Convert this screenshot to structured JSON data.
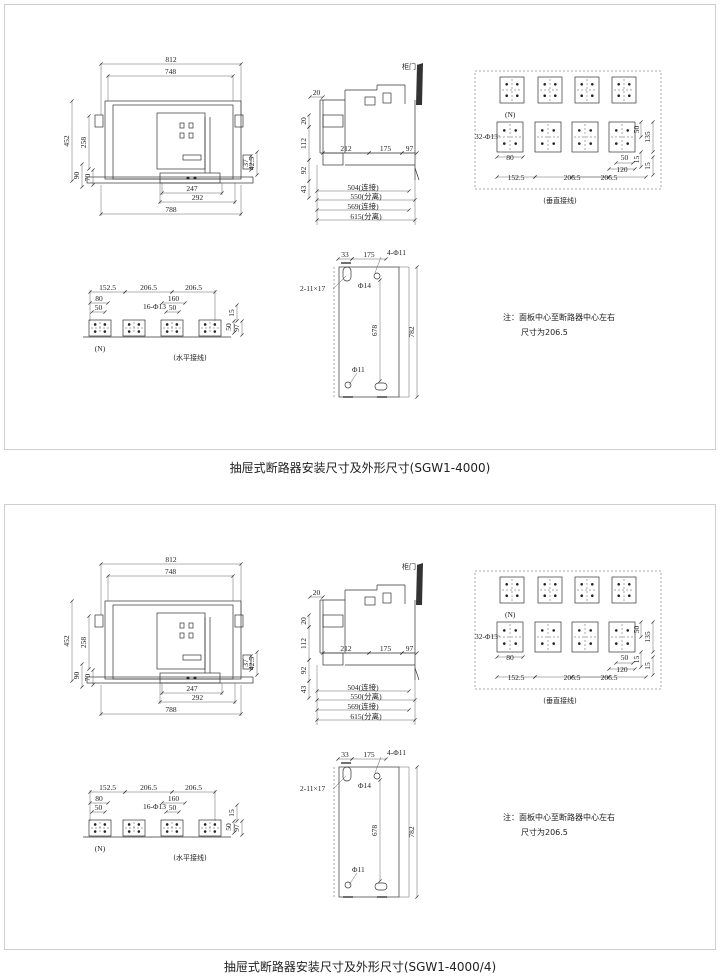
{
  "panels": [
    {
      "caption": "抽屉式断路器安装尺寸及外形尺寸(SGW1-4000)",
      "front": {
        "d812": "812",
        "d748": "748",
        "d452": "452",
        "d258": "258",
        "d90": "90",
        "d70": "70",
        "d37": "37",
        "d42_5": "42.5",
        "d247": "247",
        "d292": "292",
        "d788": "788"
      },
      "side": {
        "door": "柜门",
        "d20a": "20",
        "d20b": "20",
        "d112": "112",
        "d92": "92",
        "d43": "43",
        "d212": "212",
        "d175": "175",
        "d97": "97",
        "d504": "504(连接)",
        "d550": "550(分离)",
        "d569": "569(连接)",
        "d615": "615(分离)"
      },
      "vertical": {
        "n": "(N)",
        "holes": "32-Φ13",
        "d80": "80",
        "d152_5": "152.5",
        "d206_5a": "206.5",
        "d206_5b": "206.5",
        "d50a": "50",
        "d135": "135",
        "d15a": "15",
        "d15b": "15",
        "d50b": "50",
        "d120": "120",
        "label": "(垂直接线)"
      },
      "horizontal": {
        "d152_5": "152.5",
        "d206_5a": "206.5",
        "d206_5b": "206.5",
        "d80": "80",
        "d50a": "50",
        "holes": "16-Φ13",
        "d160": "160",
        "d50b": "50",
        "d15": "15",
        "d50c": "50",
        "d97": "97",
        "n": "(N)",
        "label": "(水平接线)"
      },
      "mount": {
        "d33": "33",
        "d175": "175",
        "holes4": "4-Φ11",
        "slots": "2-11×17",
        "phi14": "Φ14",
        "d678": "678",
        "d782": "782",
        "phi11": "Φ11"
      },
      "note": {
        "line1": "注：面板中心至断路器中心左右",
        "line2": "尺寸为206.5"
      }
    },
    {
      "caption": "抽屉式断路器安装尺寸及外形尺寸(SGW1-4000/4)",
      "front": {
        "d812": "812",
        "d748": "748",
        "d452": "452",
        "d258": "258",
        "d90": "90",
        "d70": "70",
        "d37": "37",
        "d42_5": "42.5",
        "d247": "247",
        "d292": "292",
        "d788": "788"
      },
      "side": {
        "door": "柜门",
        "d20a": "20",
        "d20b": "20",
        "d112": "112",
        "d92": "92",
        "d43": "43",
        "d212": "212",
        "d175": "175",
        "d97": "97",
        "d504": "504(连接)",
        "d550": "550(分离)",
        "d569": "569(连接)",
        "d615": "615(分离)"
      },
      "vertical": {
        "n": "(N)",
        "holes": "32-Φ13",
        "d80": "80",
        "d152_5": "152.5",
        "d206_5a": "206.5",
        "d206_5b": "206.5",
        "d50a": "50",
        "d135": "135",
        "d15a": "15",
        "d15b": "15",
        "d50b": "50",
        "d120": "120",
        "label": "(垂直接线)"
      },
      "horizontal": {
        "d152_5": "152.5",
        "d206_5a": "206.5",
        "d206_5b": "206.5",
        "d80": "80",
        "d50a": "50",
        "holes": "16-Φ13",
        "d160": "160",
        "d50b": "50",
        "d15": "15",
        "d50c": "50",
        "d97": "97",
        "n": "(N)",
        "label": "(水平接线)"
      },
      "mount": {
        "d33": "33",
        "d175": "175",
        "holes4": "4-Φ11",
        "slots": "2-11×17",
        "phi14": "Φ14",
        "d678": "678",
        "d782": "782",
        "phi11": "Φ11"
      },
      "note": {
        "line1": "注：面板中心至断路器中心左右",
        "line2": "尺寸为206.5"
      }
    }
  ]
}
